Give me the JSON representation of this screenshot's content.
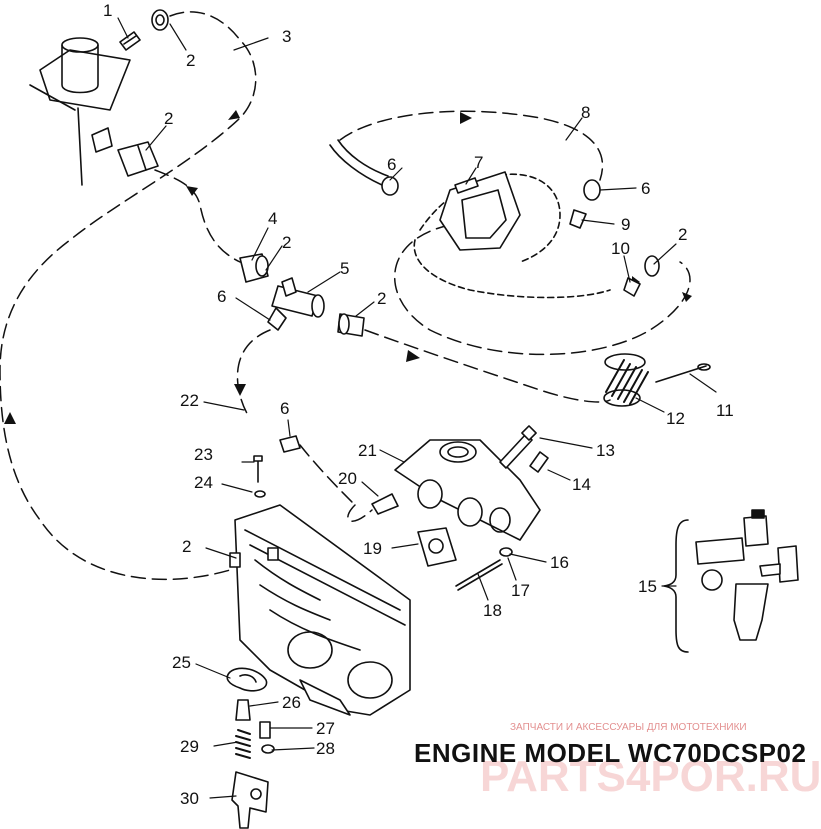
{
  "diagram": {
    "title": "ENGINE MODEL WC70DCSP02",
    "callouts": {
      "n1": "1",
      "n2a": "2",
      "n3": "3",
      "n2b": "2",
      "n8": "8",
      "n6a": "6",
      "n7": "7",
      "n6b": "6",
      "n9": "9",
      "n4": "4",
      "n2c": "2",
      "n10": "10",
      "n2d": "2",
      "n5": "5",
      "n6c": "6",
      "n2e": "2",
      "n22": "22",
      "n6d": "6",
      "n12": "12",
      "n11": "11",
      "n13": "13",
      "n21": "21",
      "n23": "23",
      "n14": "14",
      "n20": "20",
      "n24": "24",
      "n2f": "2",
      "n19": "19",
      "n16": "16",
      "n15": "15",
      "n17": "17",
      "n18": "18",
      "n25": "25",
      "n26": "26",
      "n27": "27",
      "n29": "29",
      "n28": "28",
      "n30": "30"
    }
  },
  "watermark": {
    "caption": "ЗАПЧАСТИ И АКСЕССУАРЫ ДЛЯ МОТОТЕХНИКИ",
    "logo": "PARTS4POR.RU"
  },
  "colors": {
    "ink": "#111111",
    "watermark": "#d94a4a"
  }
}
